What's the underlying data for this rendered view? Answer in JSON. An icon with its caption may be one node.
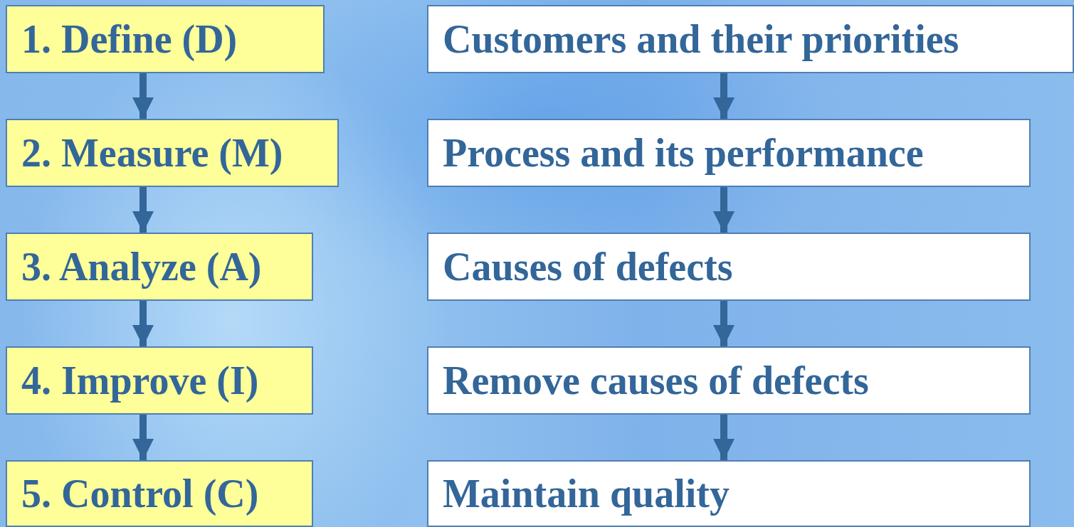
{
  "diagram": {
    "nodes": [
      {
        "text": [
          "1. Define (D)"
        ]
      },
      {
        "text": [
          "2. Measure (M)"
        ]
      },
      {
        "text": [
          "3. Analyze (A)"
        ]
      },
      {
        "text": [
          "4. Improve (I)"
        ]
      },
      {
        "text": [
          "5. Control (C)"
        ]
      },
      {
        "text": [
          "Customers and their priorities"
        ]
      },
      {
        "text": [
          "Process and its performance"
        ]
      },
      {
        "text": [
          "Causes of defects"
        ]
      },
      {
        "text": [
          "Remove causes of defects"
        ]
      },
      {
        "text": [
          "Maintain quality"
        ]
      }
    ],
    "edges": [
      {
        "from": 0,
        "to": 1,
        "arrow": "to"
      },
      {
        "from": 1,
        "to": 2,
        "arrow": "to"
      },
      {
        "from": 2,
        "to": 3,
        "arrow": "to"
      },
      {
        "from": 3,
        "to": 4,
        "arrow": "to"
      },
      {
        "from": 5,
        "to": 6,
        "arrow": "to"
      },
      {
        "from": 6,
        "to": 7,
        "arrow": "to"
      },
      {
        "from": 7,
        "to": 8,
        "arrow": "to"
      },
      {
        "from": 8,
        "to": 9,
        "arrow": "to"
      }
    ]
  }
}
